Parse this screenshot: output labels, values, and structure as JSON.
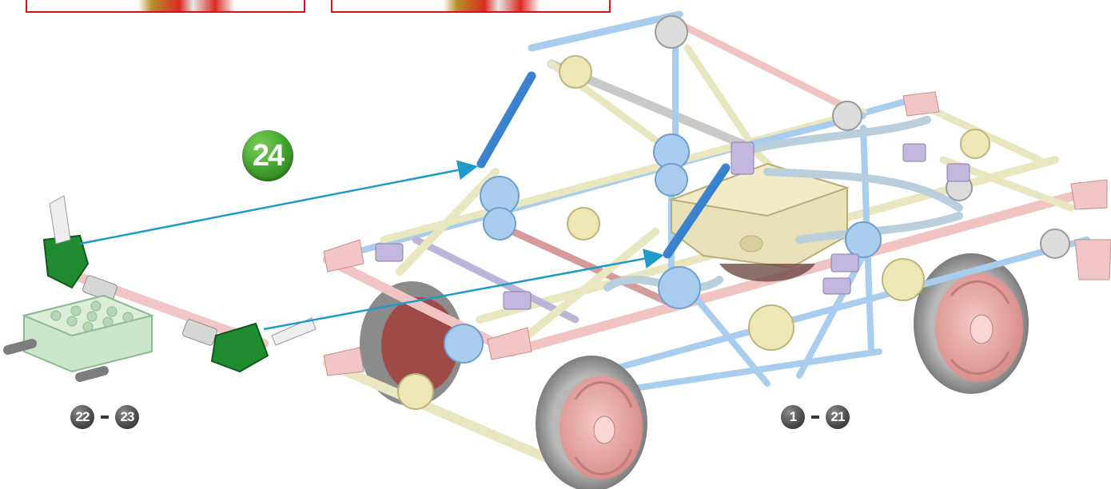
{
  "step": {
    "number": "24",
    "color": "#4aa336"
  },
  "previous_thumbnails": [
    {
      "name": "thumbnail-left"
    },
    {
      "name": "thumbnail-right"
    }
  ],
  "subassembly_range": {
    "from": "22",
    "to": "23"
  },
  "main_assembly_range": {
    "from": "1",
    "to": "21"
  },
  "colors": {
    "frame_border": "#d9101a",
    "arrow": "#1f9ac9",
    "rod_blue": "#a9cdef",
    "rod_yellow": "#eeeec2",
    "rod_pink": "#f2c6c6",
    "rod_grey": "#c9c9c9",
    "connector_green": "#1f8b2e",
    "wheel_pink": "#efb0ae",
    "tire_grey": "#9a9a9a",
    "engine_cream": "#e8e1b8"
  }
}
